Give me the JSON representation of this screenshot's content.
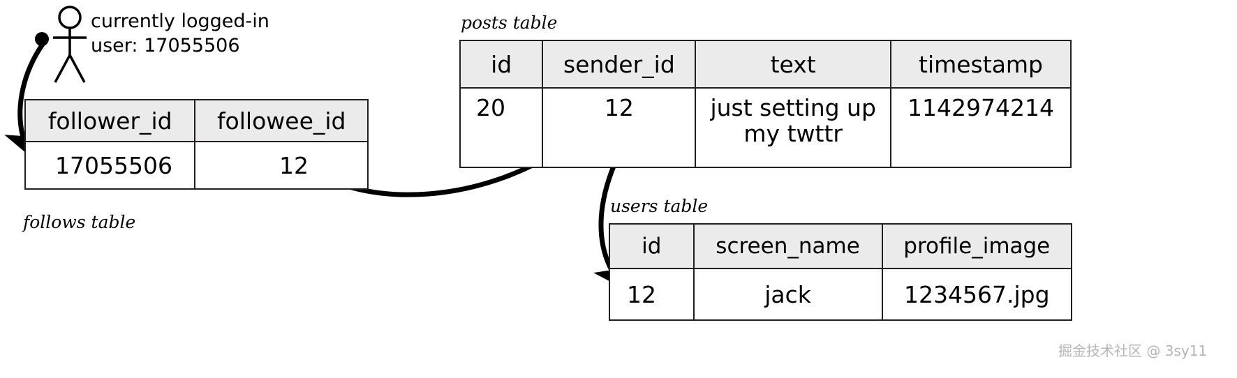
{
  "diagram": {
    "title": "twitter-data-model-diagram",
    "actor": {
      "icon": "stick-figure-person-icon",
      "label_line1": "currently logged-in",
      "label_line2": "user: 17055506"
    },
    "watermark": "掘金技术社区 @ 3sy11",
    "colors": {
      "line": "#231f20",
      "header_fill": "#ebebeb",
      "cell_fill": "#ffffff",
      "text": "#000000",
      "watermark": "#b5b5b5"
    },
    "tables": {
      "follows": {
        "caption": "follows table",
        "caption_position": "below",
        "headers": [
          "follower_id",
          "followee_id"
        ],
        "rows": [
          [
            "17055506",
            "12"
          ]
        ]
      },
      "posts": {
        "caption": "posts table",
        "caption_position": "above",
        "headers": [
          "id",
          "sender_id",
          "text",
          "timestamp"
        ],
        "rows": [
          [
            "20",
            "12",
            "just setting up\nmy twttr",
            "1142974214"
          ]
        ],
        "text_line1": "just setting up",
        "text_line2": "my twttr"
      },
      "users": {
        "caption": "users table",
        "caption_position": "above",
        "headers": [
          "id",
          "screen_name",
          "profile_image"
        ],
        "rows": [
          [
            "12",
            "jack",
            "1234567.jpg"
          ]
        ]
      }
    },
    "connections": [
      {
        "name": "user-to-follower-id",
        "from": "logged-in-user",
        "to": "follows.follower_id.17055506",
        "style": "curved-arrow-with-dot-origin"
      },
      {
        "name": "followee-id-to-sender-id",
        "from": "follows.followee_id.12",
        "to": "posts.sender_id.12",
        "style": "curved-arrow-with-dot-origin"
      },
      {
        "name": "sender-id-to-users-id",
        "from": "posts.sender_id.12",
        "to": "users.id.12",
        "style": "curved-arrow-with-dot-origin"
      }
    ]
  }
}
